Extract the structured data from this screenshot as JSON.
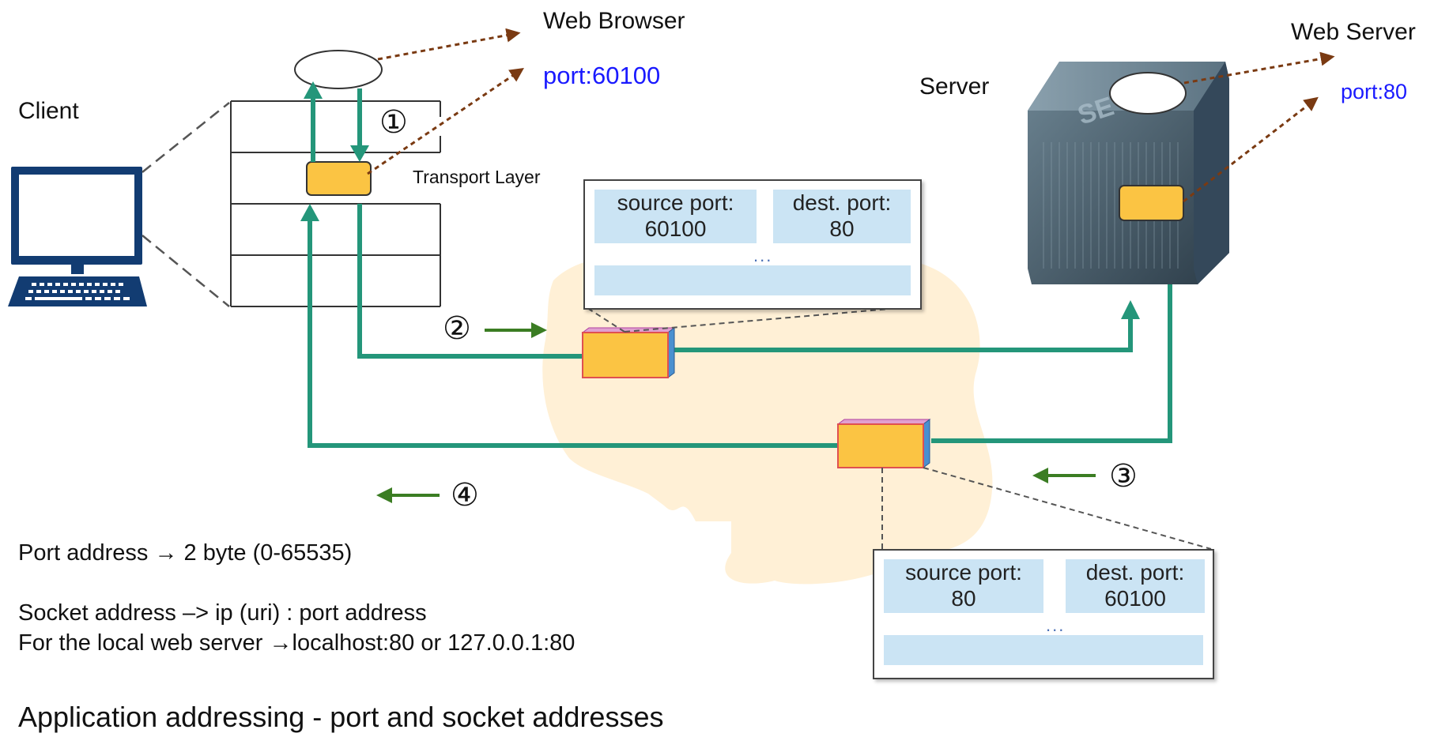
{
  "labels": {
    "client": "Client",
    "web_browser": "Web Browser",
    "browser_port": "port:60100",
    "transport_layer": "Transport Layer",
    "server": "Server",
    "web_server": "Web Server",
    "server_port": "port:80"
  },
  "steps": [
    "①",
    "②",
    "③",
    "④"
  ],
  "server_case_text": "SE",
  "request_header": {
    "source_label": "source port:",
    "source_value": "60100",
    "dest_label": "dest. port:",
    "dest_value": "80",
    "ellipsis": "..."
  },
  "response_header": {
    "source_label": "source port:",
    "source_value": "80",
    "dest_label": "dest. port:",
    "dest_value": "60100",
    "ellipsis": "..."
  },
  "notes": [
    "Port address → 2 byte (0-65535)",
    "Socket address –> ip (uri) : port address",
    "For the local web server →localhost:80 or 127.0.0.1:80"
  ],
  "caption": "Application addressing - port and socket addresses",
  "colors": {
    "green_line": "#24967a",
    "arrow_green": "#3b7d23",
    "dotted_brown": "#7a3a12",
    "segment_fill": "#fbc443",
    "cloud_fill": "#fff0d6",
    "header_fill": "#cbe4f4",
    "port_blue": "#1a1aff"
  }
}
